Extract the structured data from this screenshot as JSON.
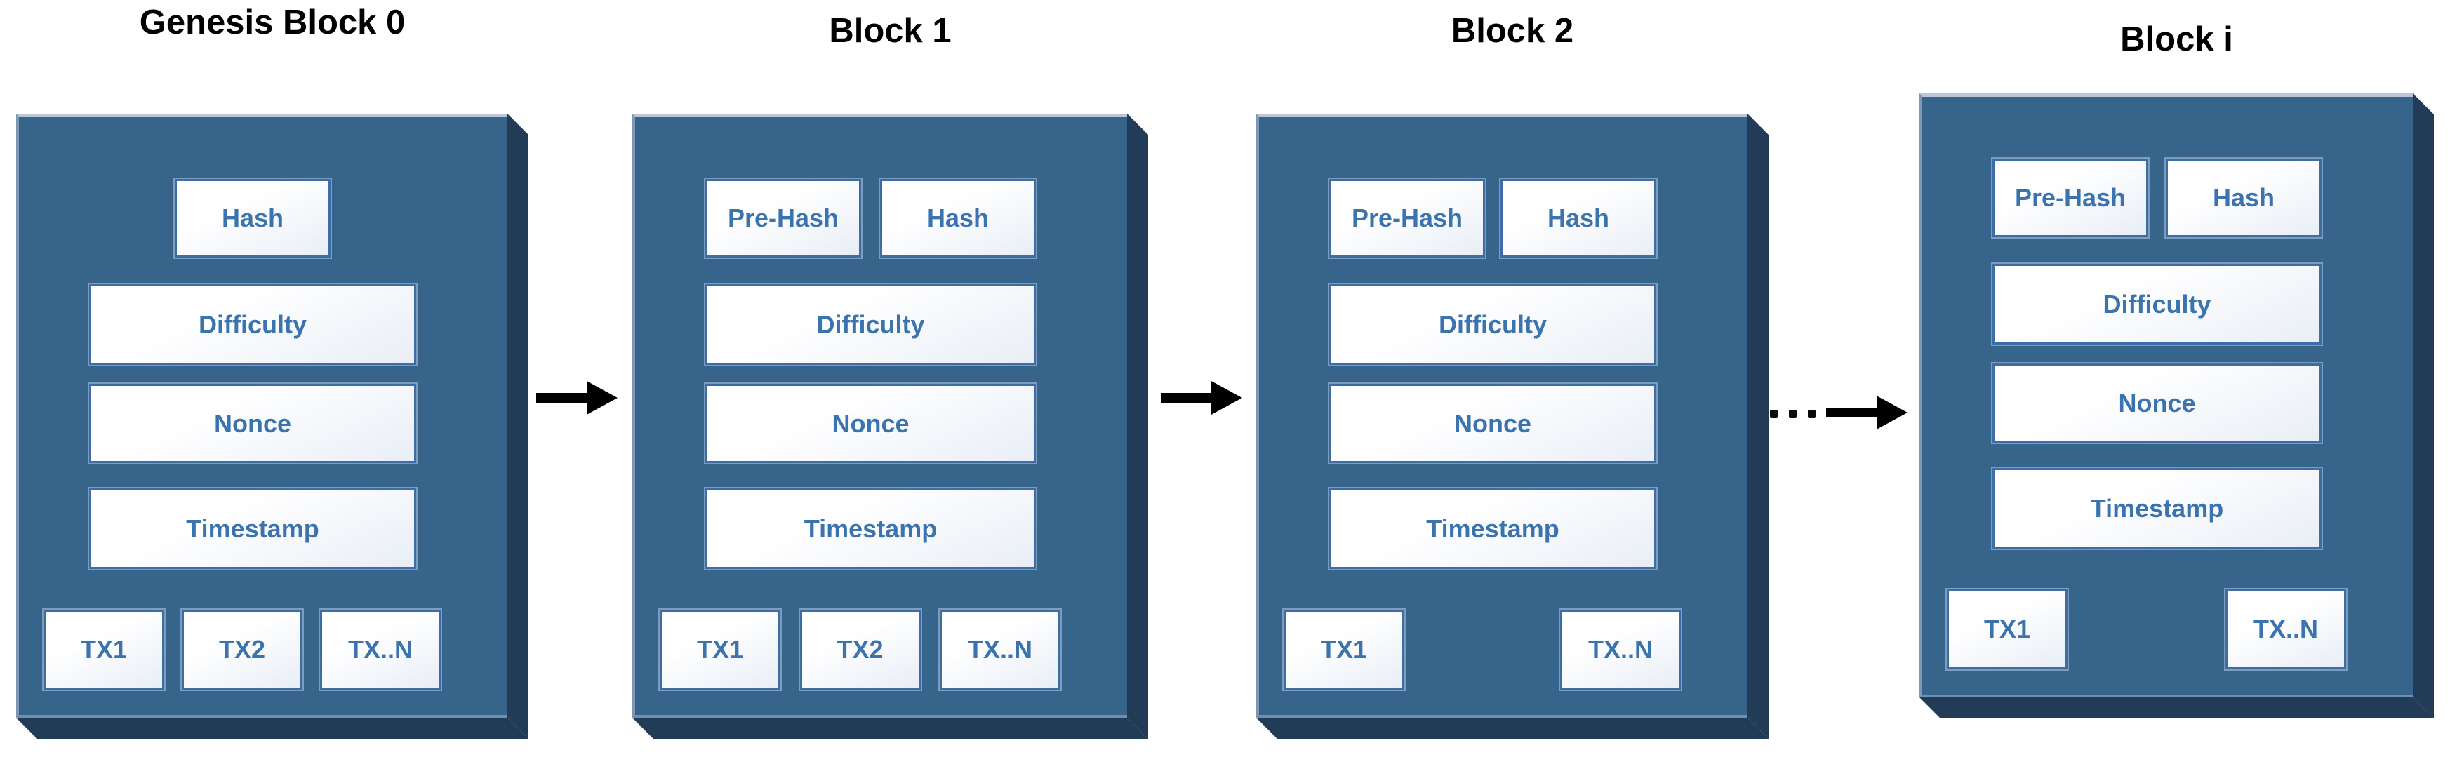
{
  "blocks": [
    {
      "title": "Genesis Block 0",
      "header": [
        "Hash"
      ],
      "fields": [
        "Difficulty",
        "Nonce",
        "Timestamp"
      ],
      "transactions": [
        "TX1",
        "TX2",
        "TX..N"
      ]
    },
    {
      "title": "Block 1",
      "header": [
        "Pre-Hash",
        "Hash"
      ],
      "fields": [
        "Difficulty",
        "Nonce",
        "Timestamp"
      ],
      "transactions": [
        "TX1",
        "TX2",
        "TX..N"
      ]
    },
    {
      "title": "Block 2",
      "header": [
        "Pre-Hash",
        "Hash"
      ],
      "fields": [
        "Difficulty",
        "Nonce",
        "Timestamp"
      ],
      "transactions": [
        "TX1",
        "TX..N"
      ]
    },
    {
      "title": "Block i",
      "header": [
        "Pre-Hash",
        "Hash"
      ],
      "fields": [
        "Difficulty",
        "Nonce",
        "Timestamp"
      ],
      "transactions": [
        "TX1",
        "TX..N"
      ]
    }
  ],
  "connectors": [
    {
      "type": "arrow"
    },
    {
      "type": "arrow"
    },
    {
      "type": "ellipsis-arrow"
    }
  ],
  "colors": {
    "block_face": "#36648b",
    "block_shadow": "#223c57",
    "box_border": "#3d6ca6",
    "box_fill_start": "#ffffff",
    "box_fill_end": "#e9eef6",
    "label_text": "#3a73ae",
    "title_text": "#000000",
    "arrow": "#000000"
  }
}
